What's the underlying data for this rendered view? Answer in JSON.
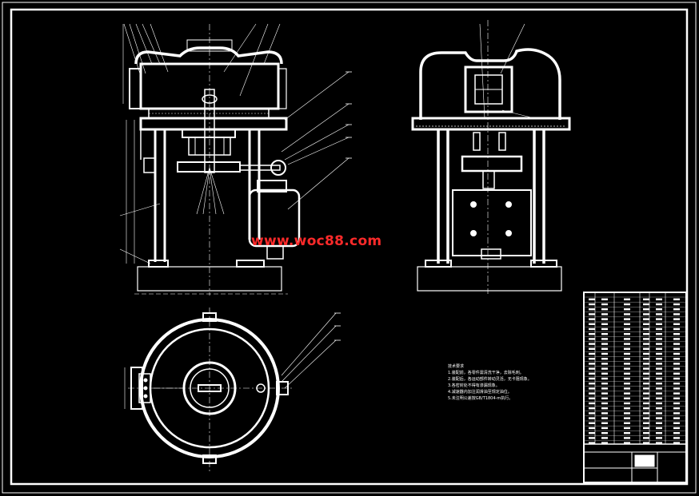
{
  "drawing": {
    "watermark_text": "www.woc88.com",
    "notes_title": "技术要求",
    "notes": [
      "1.装配前，各零件需清洗干净，去除毛刺。",
      "2.装配后，各运动部件转动灵活，无卡阻现象。",
      "3.各密封处不得有渗漏现象。",
      "4.减速器内加注润滑油至规定油位。",
      "5.未注明公差按GB/T1804-m执行。"
    ],
    "colors": {
      "background": "#000000",
      "line": "#ffffff",
      "watermark": "#ff2a2a"
    }
  }
}
